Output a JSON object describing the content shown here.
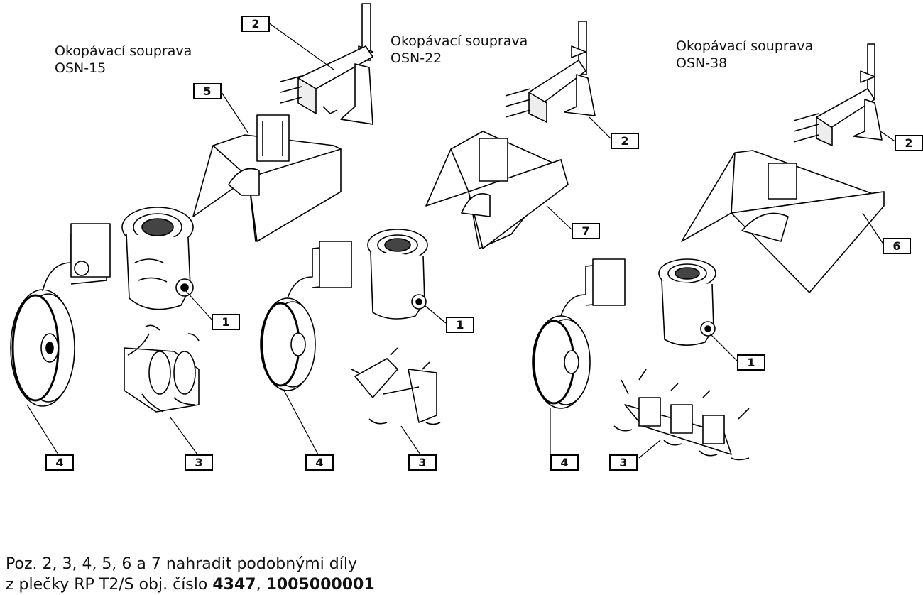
{
  "kits": [
    {
      "title": "Okopávací souprava",
      "model": "OSN-15"
    },
    {
      "title": "Okopávací souprava",
      "model": "OSN-22"
    },
    {
      "title": "Okopávací souprava",
      "model": "OSN-38"
    }
  ],
  "callouts": {
    "k1_p2": "2",
    "k1_p5": "5",
    "k1_p1": "1",
    "k1_p4": "4",
    "k1_p3": "3",
    "k2_p2": "2",
    "k2_p7": "7",
    "k2_p1": "1",
    "k2_p4": "4",
    "k2_p3": "3",
    "k3_p2": "2",
    "k3_p6": "6",
    "k3_p1": "1",
    "k3_p4": "4",
    "k3_p3": "3"
  },
  "footer": {
    "line1": "Poz. 2, 3, 4, 5, 6 a 7 nahradit podobnými díly",
    "line2_prefix": "z plečky RP T2/S obj. číslo ",
    "order_no_1": "4347",
    "separator": ", ",
    "order_no_2": "1005000001"
  }
}
